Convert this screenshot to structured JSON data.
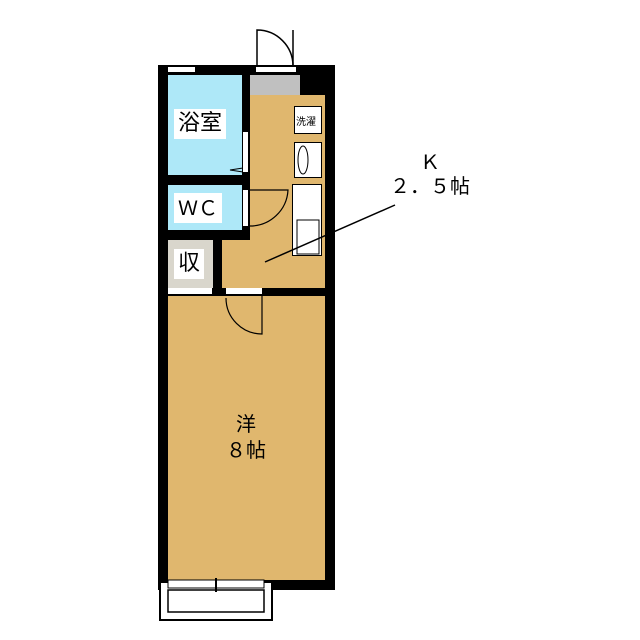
{
  "rooms": {
    "bath": {
      "label": "浴室",
      "color": "#aee8f8"
    },
    "wc": {
      "label": "ＷＣ",
      "color": "#aee8f8"
    },
    "storage": {
      "label": "収",
      "color": "#d9d6cc"
    },
    "kitchen": {
      "label": "Ｋ",
      "size": "２．５帖",
      "color": "#e0b76e"
    },
    "western": {
      "label": "洋",
      "size": "８帖",
      "color": "#e0b76e"
    },
    "washer": {
      "label": "洗濯"
    },
    "entrance": {
      "color": "#c0c0c0"
    }
  }
}
